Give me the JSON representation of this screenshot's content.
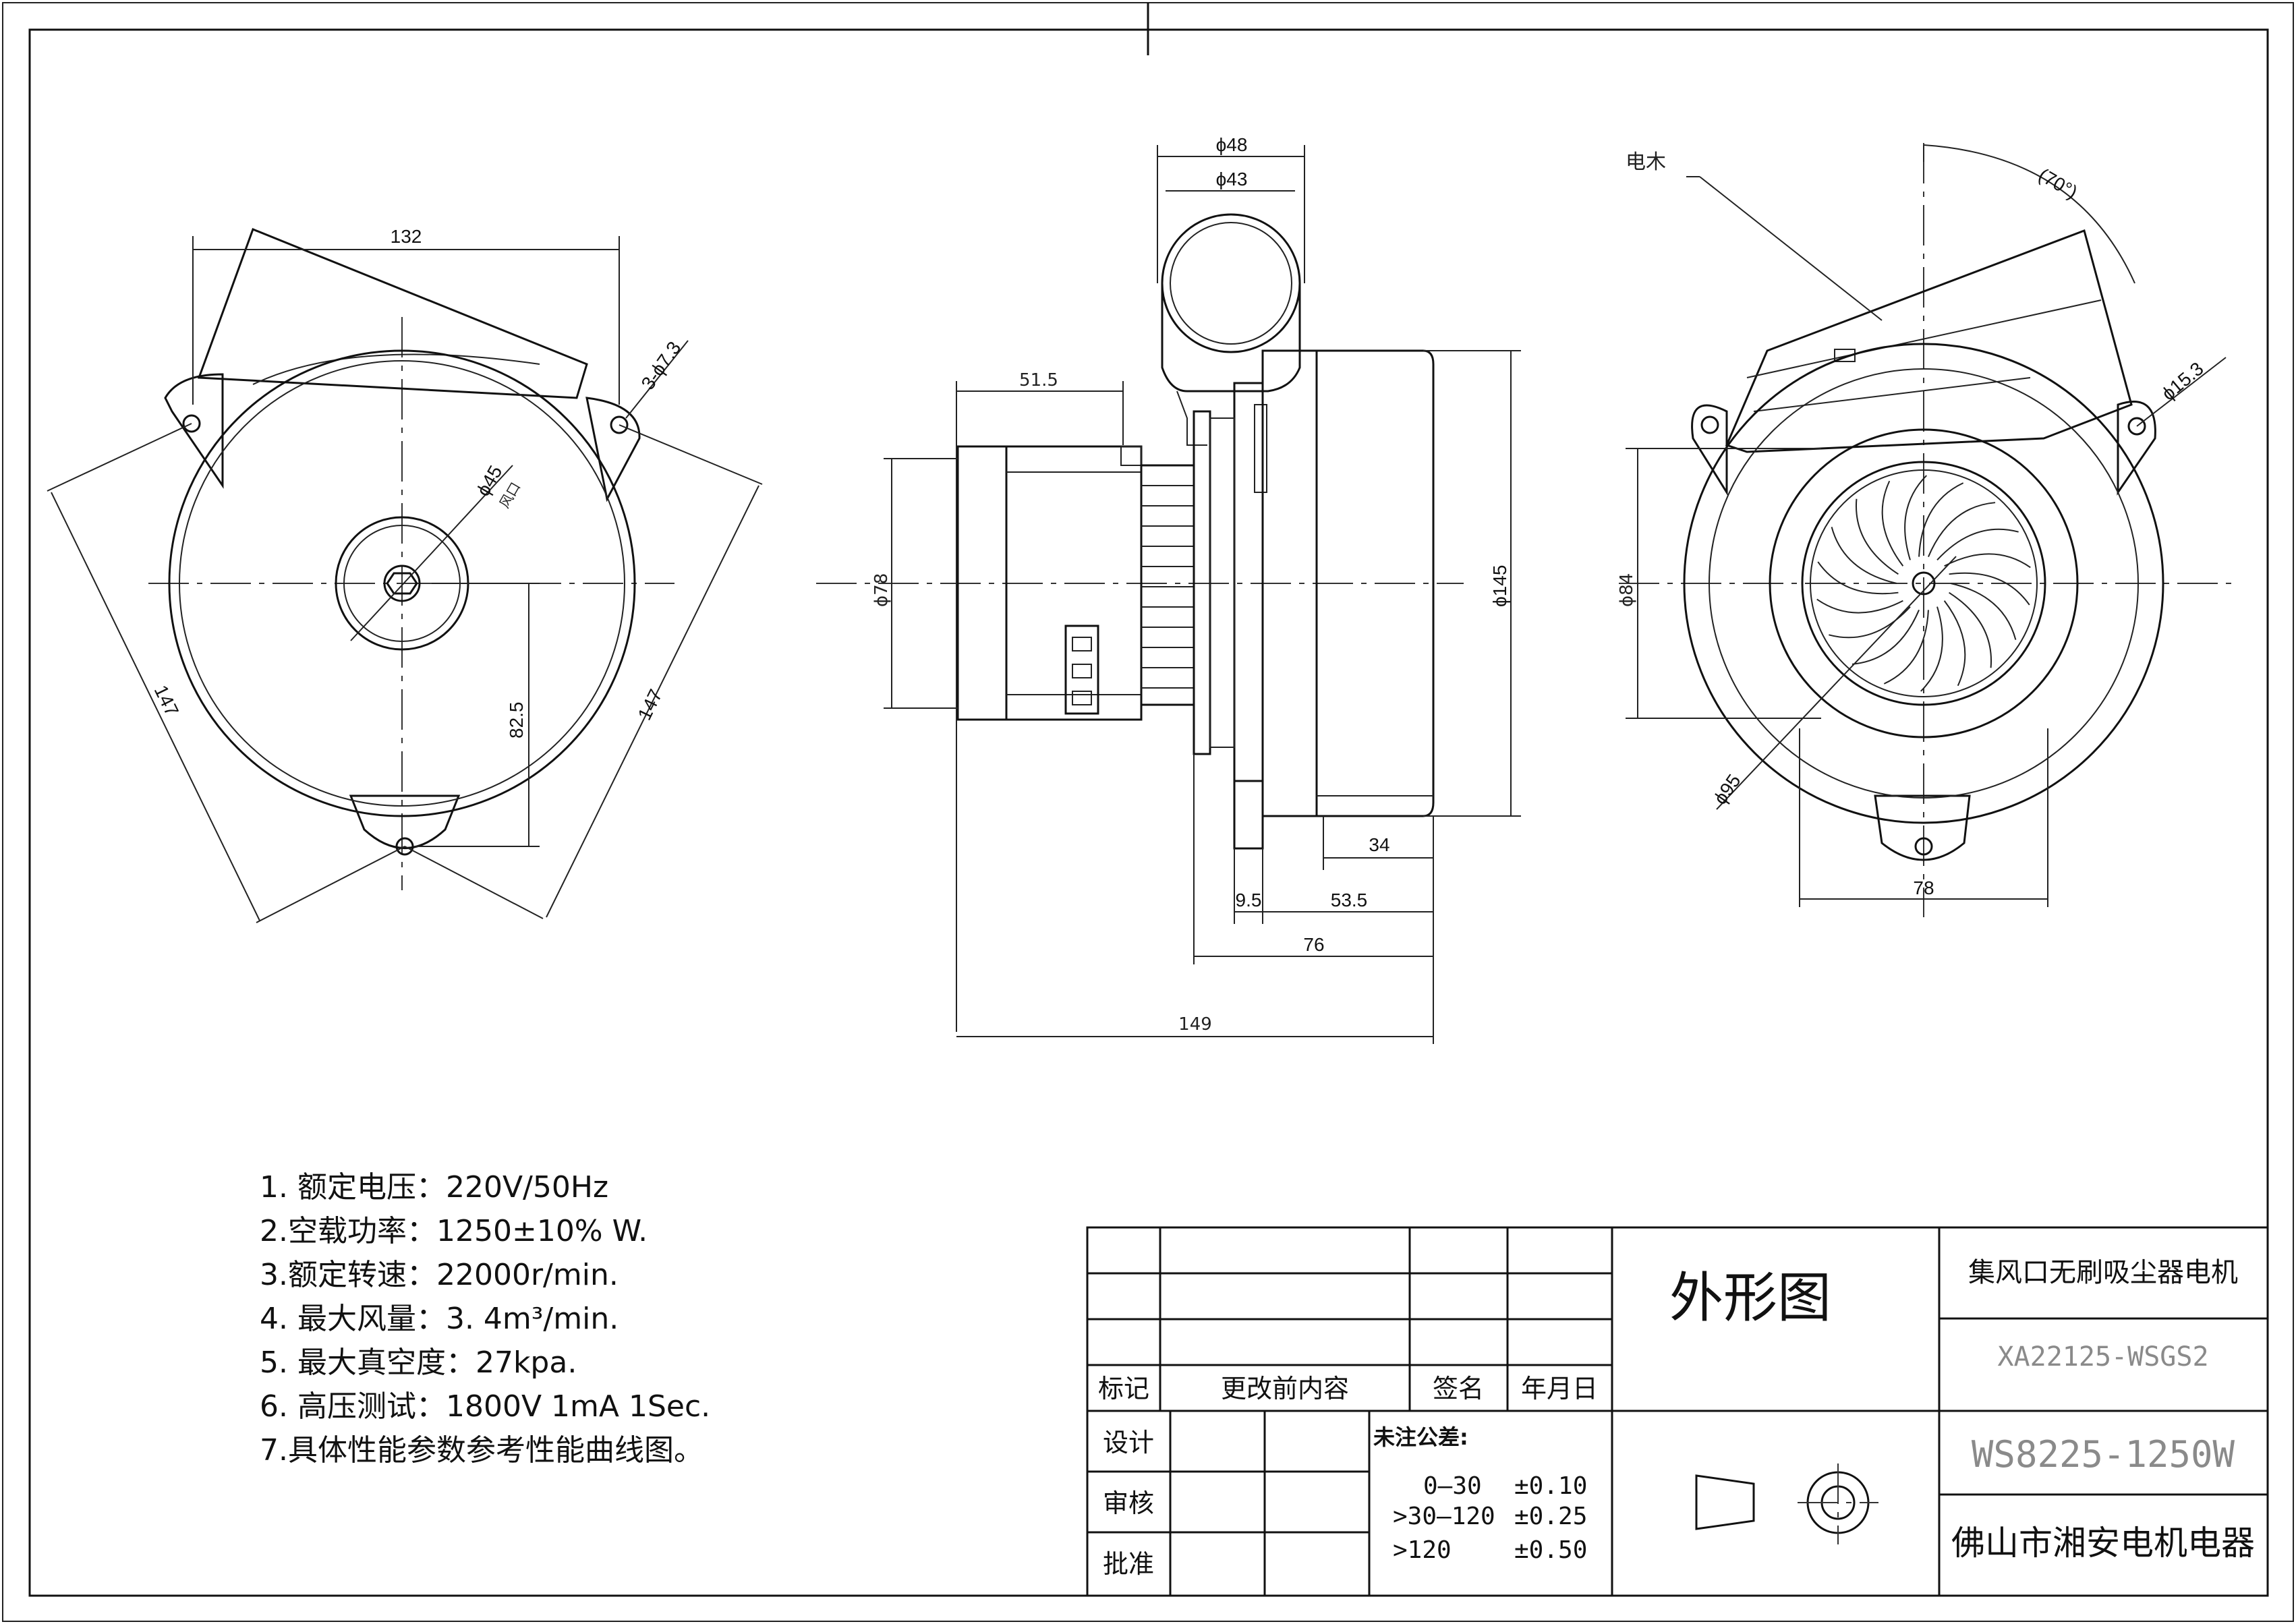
{
  "front_view": {
    "dim_width": "132",
    "dim_holes": "3-ϕ7.3",
    "dim_inlet": "ϕ45",
    "inlet_label": "风口",
    "dim_side_left": "147",
    "dim_side_right": "147",
    "dim_height": "82.5"
  },
  "side_view": {
    "dim_outlet_outer": "ϕ48",
    "dim_outlet_inner": "ϕ43",
    "dim_front_len": "51.5",
    "dim_front_dia": "ϕ78",
    "dim_body_dia": "ϕ145",
    "dim_rear_len": "34",
    "dim_flange": "9.5",
    "dim_body_len": "53.5",
    "dim_body_total": "76",
    "dim_overall": "149"
  },
  "rear_view": {
    "label_brush": "电木",
    "dim_angle": "(70°)",
    "dim_hole": "ϕ15.3",
    "dim_dia84": "ϕ84",
    "dim_dia95": "ϕ95",
    "dim_width": "78"
  },
  "specs": [
    "1. 额定电压：220V/50Hz",
    "2.空载功率：1250±10% W.",
    "3.额定转速：22000r/min.",
    "4. 最大风量：3. 4m³/min.",
    "5. 最大真空度：27kpa.",
    "6. 高压测试：1800V 1mA 1Sec.",
    "7.具体性能参数参考性能曲线图。"
  ],
  "title_block": {
    "drawing_type": "外形图",
    "product_name": "集风口无刷吸尘器电机",
    "code_1": "XA22125-WSGS2",
    "code_2": "WS8225-1250W",
    "company": "佛山市湘安电机电器",
    "rev_mark": "标记",
    "rev_content": "更改前内容",
    "rev_sign": "签名",
    "rev_date": "年月日",
    "design": "设计",
    "review": "审核",
    "approve": "批准",
    "tolerance_title": "未注公差:",
    "tolerances": [
      {
        "range": "0—30",
        "value": "±0.10"
      },
      {
        "range": ">30—120",
        "value": "±0.25"
      },
      {
        "range": ">120",
        "value": "±0.50"
      }
    ]
  }
}
